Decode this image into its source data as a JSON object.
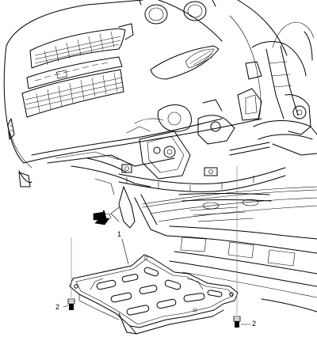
{
  "callouts": {
    "skid_plate": "1",
    "bolt_left": "2",
    "bolt_right": "2"
  },
  "icons": {
    "front_arrow": "front-direction-arrow-icon"
  }
}
